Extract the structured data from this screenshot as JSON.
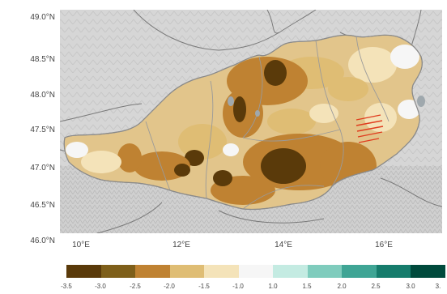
{
  "map": {
    "lat_labels": [
      "49.0°N",
      "48.5°N",
      "48.0°N",
      "47.5°N",
      "47.0°N",
      "46.5°N",
      "46.0°N"
    ],
    "lon_labels": [
      "10°E",
      "12°E",
      "14°E",
      "16°E"
    ],
    "extent": {
      "lon_min": 9.5,
      "lon_max": 17.2,
      "lat_min": 46.0,
      "lat_max": 49.0
    },
    "colors": {
      "background_terrain": "#d9d9d9",
      "country_fill_base": "#e2c58b",
      "border_line": "#888888",
      "hatch": "#e03c1e"
    }
  },
  "legend": {
    "tick_labels": [
      "-3.5",
      "-3.0",
      "-2.5",
      "-2.0",
      "-1.5",
      "-1.0",
      "1.0",
      "1.5",
      "2.0",
      "2.5",
      "3.0",
      "3."
    ],
    "colors": [
      "#5a3a0a",
      "#7e5f1a",
      "#bf8232",
      "#dfbd74",
      "#f4e3b9",
      "#f6f6f6",
      "#c4ebe2",
      "#7fccbd",
      "#3fa595",
      "#167c6c",
      "#004a3c"
    ]
  }
}
